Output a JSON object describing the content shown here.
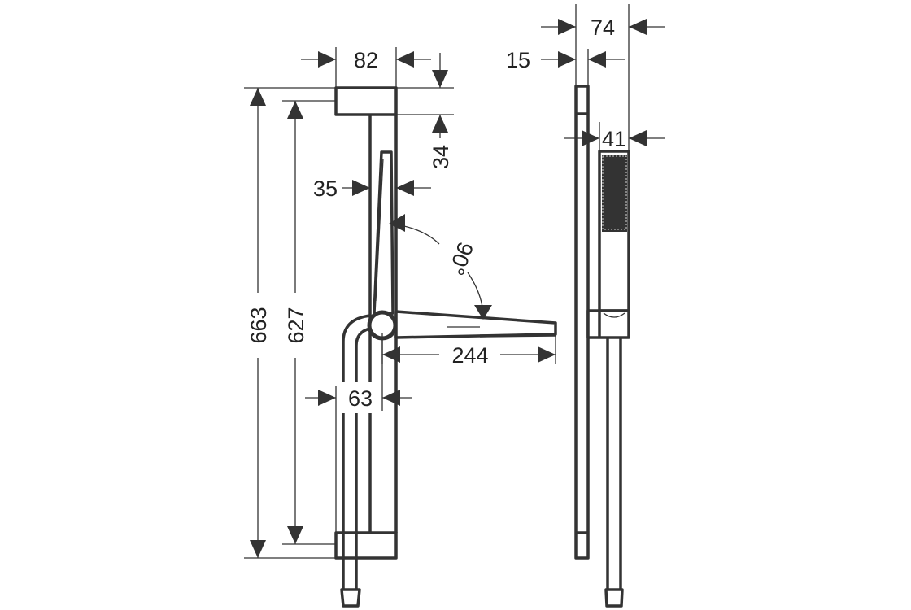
{
  "drawing": {
    "front_view": {
      "dim_total_height": "663",
      "dim_bracket_distance": "627",
      "dim_top_bracket_width": "82",
      "dim_top_bracket_height": "34",
      "dim_rail_width": "35",
      "dim_arm_angle": "90°",
      "dim_arm_length": "244",
      "dim_hose_offset": "63"
    },
    "side_view": {
      "dim_total_depth": "74",
      "dim_rail_depth": "15",
      "dim_handshower_width": "41"
    },
    "line_color": "#333333",
    "background": "#ffffff"
  }
}
